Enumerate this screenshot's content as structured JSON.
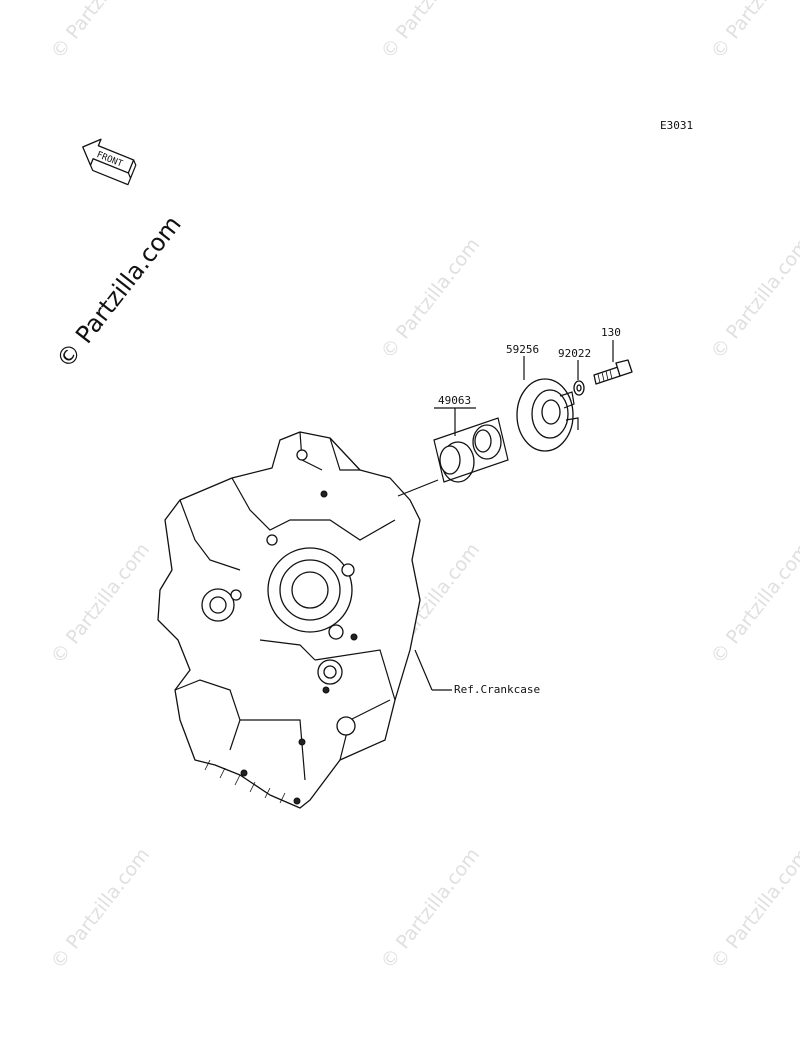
{
  "diagram_code": "E3031",
  "front_label": "FRONT",
  "parts": {
    "bearing": "49063",
    "cover": "59256",
    "washer": "92022",
    "bolt": "130"
  },
  "reference": "Ref.Crankcase",
  "watermark": {
    "main": "© Partzilla.com",
    "tile": "© Partzilla.com"
  }
}
